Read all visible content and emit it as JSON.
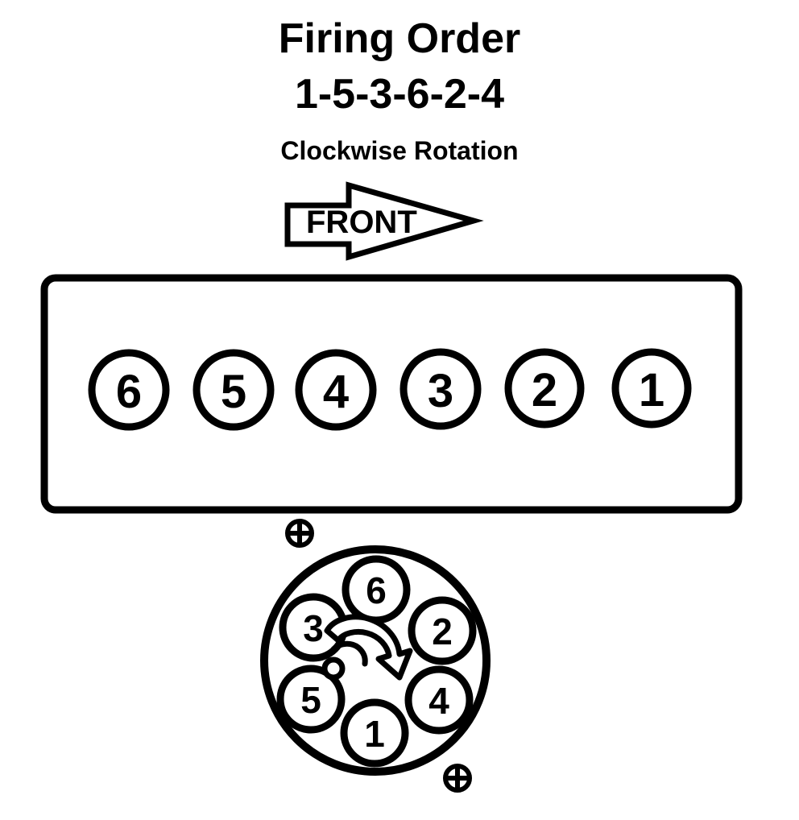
{
  "diagram": {
    "title_line1": "Firing Order",
    "title_line2": "1-5-3-6-2-4",
    "subtitle": "Clockwise Rotation",
    "front_arrow_label": "FRONT",
    "front_arrow_direction": "right",
    "stroke_color": "#000000",
    "background_color": "#ffffff"
  },
  "engine_block": {
    "label": "engine-block",
    "cylinders": [
      {
        "number": "6"
      },
      {
        "number": "5"
      },
      {
        "number": "4"
      },
      {
        "number": "3"
      },
      {
        "number": "2"
      },
      {
        "number": "1"
      }
    ]
  },
  "distributor_cap": {
    "label": "distributor-cap",
    "rotation": "clockwise",
    "terminals": [
      {
        "number": "6",
        "position": "top"
      },
      {
        "number": "2",
        "position": "upper-right"
      },
      {
        "number": "4",
        "position": "lower-right"
      },
      {
        "number": "1",
        "position": "bottom"
      },
      {
        "number": "5",
        "position": "lower-left"
      },
      {
        "number": "3",
        "position": "upper-left"
      }
    ],
    "markers": [
      {
        "symbol": "crosshair",
        "position": "upper-left"
      },
      {
        "symbol": "crosshair",
        "position": "lower-right"
      }
    ]
  }
}
